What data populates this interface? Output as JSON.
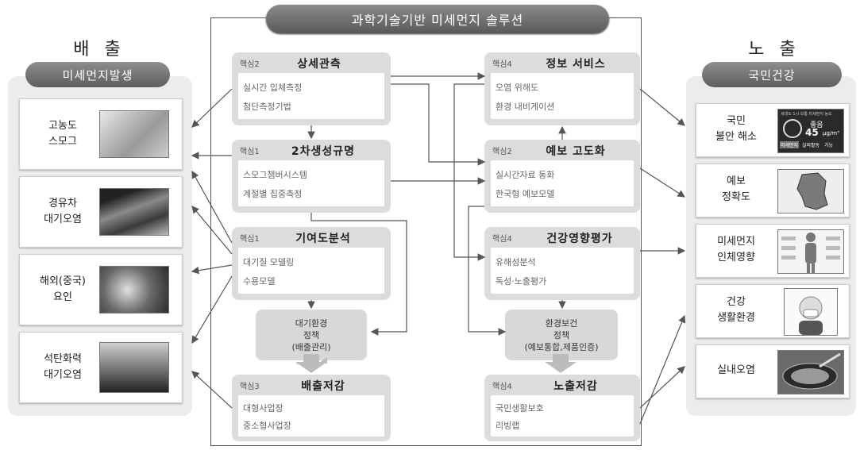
{
  "title": "과학기술기반 미세먼지 솔루션",
  "left": {
    "heading": "배 출",
    "pill": "미세먼지발생",
    "items": [
      {
        "label": "고농도\n스모그",
        "image": "smog-photo"
      },
      {
        "label": "경유차\n대기오염",
        "image": "diesel-exhaust-photo"
      },
      {
        "label": "해외(중국)\n요인",
        "image": "satellite-photo"
      },
      {
        "label": "석탄화력\n대기오염",
        "image": "power-plant-photo"
      }
    ]
  },
  "right": {
    "heading": "노 출",
    "pill": "국민건강",
    "items": [
      {
        "label": "국민\n불안 해소",
        "image": "air-quality-app"
      },
      {
        "label": "예보\n정확도",
        "image": "korea-map"
      },
      {
        "label": "미세먼지\n인체영향",
        "image": "human-body-diagram"
      },
      {
        "label": "건강\n생활환경",
        "image": "child-mask-photo"
      },
      {
        "label": "실내오염",
        "image": "frying-pan-photo"
      }
    ],
    "app_screen": {
      "header": "세대도 1시 보통 미세먼지 농도",
      "status": "좋음",
      "value": "45",
      "unit": "μg/m³",
      "footer_a": "미세먼지",
      "footer_b": "실외활동",
      "footer_c": "가능"
    }
  },
  "cores": {
    "observe": {
      "tag": "핵심2",
      "title": "상세관측",
      "lines": [
        "실시간 입체측정",
        "첨단측정기법"
      ]
    },
    "secondary": {
      "tag": "핵심1",
      "title": "2차생성규명",
      "lines": [
        "스모그챔버시스템",
        "계절별 집중측정"
      ]
    },
    "contribution": {
      "tag": "핵심1",
      "title": "기여도분석",
      "lines": [
        "대기질 모델링",
        "수용모델"
      ]
    },
    "emission": {
      "tag": "핵심3",
      "title": "배출저감",
      "lines": [
        "대형사업장",
        "중소형사업장"
      ]
    },
    "info": {
      "tag": "핵심4",
      "title": "정보 서비스",
      "lines": [
        "오염 위해도",
        "환경 내비게이션"
      ]
    },
    "forecast": {
      "tag": "핵심2",
      "title": "예보 고도화",
      "lines": [
        "실시간자료 동화",
        "한국형 예보모델"
      ]
    },
    "health": {
      "tag": "핵심4",
      "title": "건강영향평가",
      "lines": [
        "유해성분석",
        "독성·노출평가"
      ]
    },
    "exposure": {
      "tag": "핵심4",
      "title": "노출저감",
      "lines": [
        "국민생활보호",
        "리빙랩"
      ]
    }
  },
  "policies": {
    "air": [
      "대기환경",
      "정책",
      "(배출관리)"
    ],
    "health": [
      "환경보건",
      "정책",
      "(예보통합,제품인증)"
    ]
  },
  "colors": {
    "pill": "#6e6e6e",
    "panel": "#ececec",
    "core": "#dcdcdc",
    "arrow": "#555555"
  }
}
